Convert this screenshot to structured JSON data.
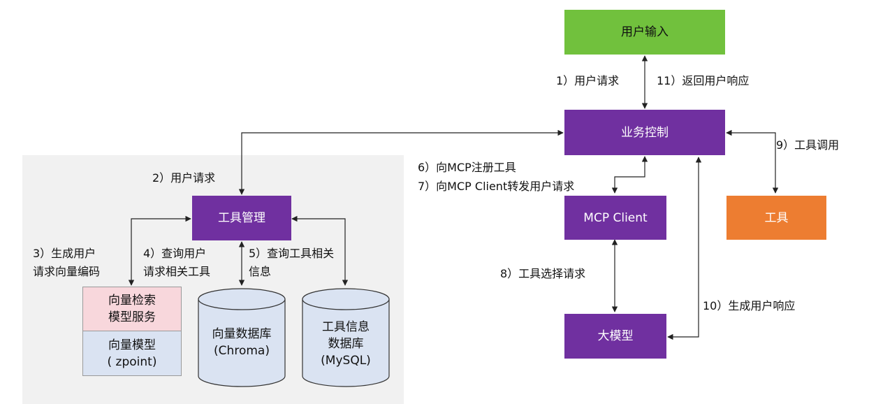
{
  "nodes": {
    "user_input": "用户输入",
    "biz_control": "业务控制",
    "tool_mgmt": "工具管理",
    "mcp_client": "MCP Client",
    "tool": "工具",
    "llm": "大模型",
    "vector_service_line1": "向量检索",
    "vector_service_line2": "模型服务",
    "vector_model_line1": "向量模型",
    "vector_model_line2": "( zpoint)",
    "vector_db_line1": "向量数据库",
    "vector_db_line2": "(Chroma)",
    "tool_db_line1": "工具信息",
    "tool_db_line2": "数据库",
    "tool_db_line3": "(MySQL)"
  },
  "edges": {
    "e1": "1）用户请求",
    "e11": "11）返回用户响应",
    "e2": "2）用户请求",
    "e3_line1": "3）生成用户",
    "e3_line2": "请求向量编码",
    "e4_line1": "4）查询用户",
    "e4_line2": "请求相关工具",
    "e5_line1": "5）查询工具相关",
    "e5_line2": "信息",
    "e6": "6）向MCP注册工具",
    "e7": "7）向MCP Client转发用户请求",
    "e8": "8）工具选择请求",
    "e9": "9）工具调用",
    "e10": "10）生成用户响应"
  },
  "colors": {
    "purple": "#7030a0",
    "green": "#71c13d",
    "orange": "#ed7d31",
    "pink": "#f8d7dc",
    "light_blue": "#dae3f2",
    "panel_gray": "#f1f1f1"
  }
}
